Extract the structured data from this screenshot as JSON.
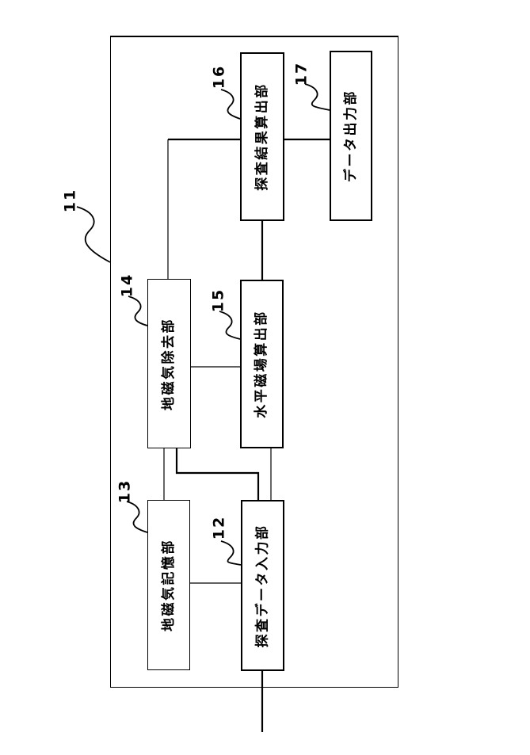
{
  "figure": {
    "outer": {
      "ref": "11"
    },
    "blocks": [
      {
        "ref": "12",
        "label": "探査データ入力部"
      },
      {
        "ref": "13",
        "label": "地磁気記憶部"
      },
      {
        "ref": "14",
        "label": "地磁気除去部"
      },
      {
        "ref": "15",
        "label": "水平磁場算出部"
      },
      {
        "ref": "16",
        "label": "探査結果算出部"
      },
      {
        "ref": "17",
        "label": "データ出力部"
      }
    ],
    "colors": {
      "line": "#000000",
      "background": "#ffffff",
      "box_fill": "#ffffff"
    }
  }
}
